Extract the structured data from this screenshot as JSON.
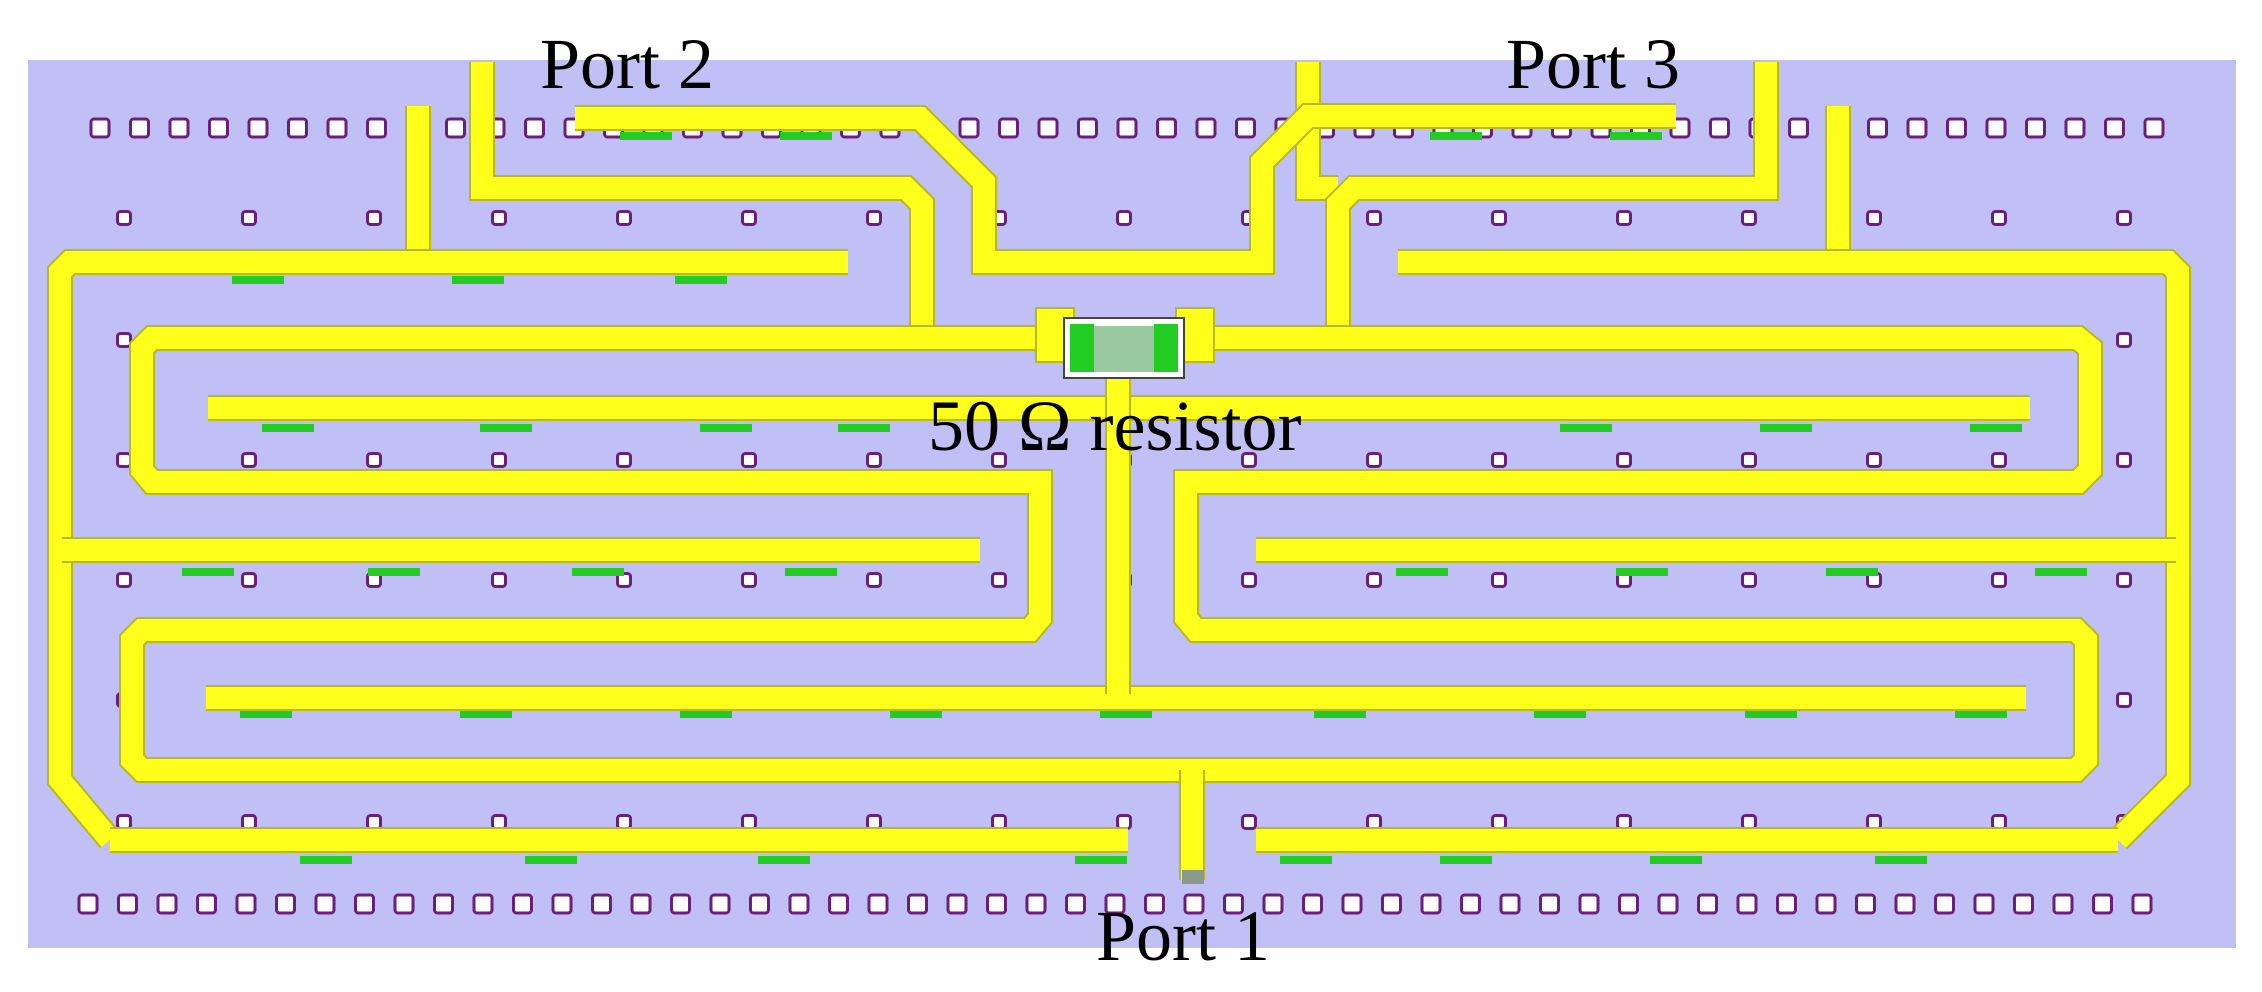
{
  "labels": {
    "port2": "Port 2",
    "port3": "Port 3",
    "port1": "Port 1",
    "resistor": "50 Ω resistor"
  },
  "colors": {
    "substrate": "#c0c0f6",
    "trace": "#ffff1c",
    "trace_edge": "#b8b820",
    "via_edge": "#6b1e7a",
    "via_fill": "#ffffff",
    "pad": "#22cc22",
    "resistor_body": "#9ac8a0"
  }
}
